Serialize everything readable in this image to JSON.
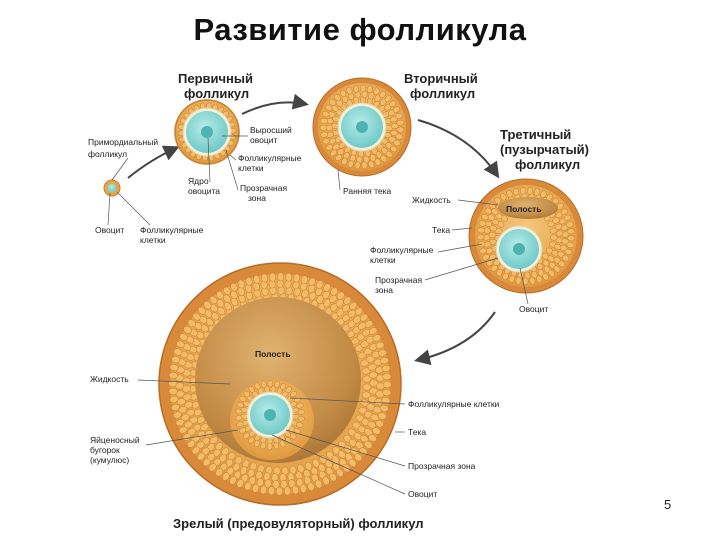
{
  "title": "Развитие фолликула",
  "slide_number": "5",
  "colors": {
    "granulosa": "#e8a64a",
    "theca": "#d8893a",
    "oocyte": "#7fd3d0",
    "nucleus": "#4db3b0",
    "antrum": "#c8944a",
    "arrow": "#444444"
  },
  "stages": {
    "primordial": {
      "name": "Примордиальный фолликул",
      "labels": {
        "oocyte": "Овоцит",
        "follicular_cells": "Фолликулярные клетки"
      }
    },
    "primary": {
      "name": "Первичный фолликул",
      "labels": {
        "grown_oocyte": "Выросший овоцит",
        "follicular_cells": "Фолликулярные клетки",
        "oocyte_nucleus": "Ядро овоцита",
        "zona_pellucida": "Прозрачная зона"
      }
    },
    "secondary": {
      "name": "Вторичный фолликул",
      "labels": {
        "early_theca": "Ранняя тека"
      }
    },
    "tertiary": {
      "name": "Третичный (пузырчатый) фолликул",
      "labels": {
        "fluid": "Жидкость",
        "cavity": "Полость",
        "theca": "Тека",
        "follicular_cells": "Фолликулярные клетки",
        "zona_pellucida": "Прозрачная зона",
        "oocyte": "Овоцит"
      }
    },
    "mature": {
      "name": "Зрелый (предовуляторный) фолликул",
      "labels": {
        "cavity": "Полость",
        "fluid": "Жидкость",
        "cumulus": "Яйценосный бугорок (кумулюс)",
        "follicular_cells": "Фолликулярные клетки",
        "theca": "Тека",
        "zona_pellucida": "Прозрачная зона",
        "oocyte": "Овоцит"
      }
    }
  }
}
